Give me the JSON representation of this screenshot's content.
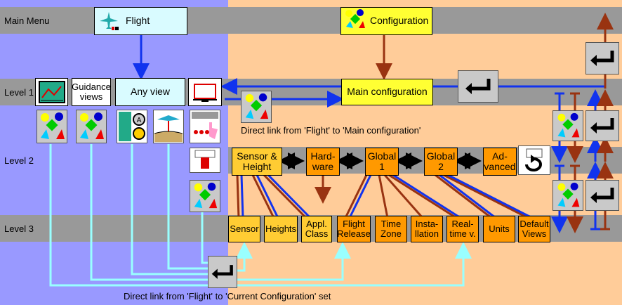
{
  "rows": {
    "main_menu": "Main Menu",
    "level1": "Level 1",
    "level2": "Level 2",
    "level3": "Level 3"
  },
  "level0": {
    "flight": "Flight",
    "configuration": "Configuration"
  },
  "level1": {
    "guidance_views": [
      "Guidance",
      "views"
    ],
    "any_view": "Any view",
    "main_configuration": "Main configuration"
  },
  "level2": {
    "sensor_height": [
      "Sensor &",
      "Height"
    ],
    "hardware": [
      "Hard-",
      "ware"
    ],
    "global1": [
      "Global",
      "1"
    ],
    "global2": [
      "Global",
      "2"
    ],
    "advanced": [
      "Ad-",
      "vanced"
    ]
  },
  "level3": {
    "sensor": "Sensor",
    "heights": "Heights",
    "appl_class": [
      "Appl.",
      "Class"
    ],
    "flight_release": [
      "Flight",
      "Release"
    ],
    "time_zone": [
      "Time",
      "Zone"
    ],
    "installation": [
      "Insta-",
      "llation"
    ],
    "real_time": [
      "Real-",
      "time v."
    ],
    "units": "Units",
    "default_views": [
      "Default",
      "Views"
    ]
  },
  "captions": {
    "direct_main_config": "Direct link from 'Flight' to 'Main configuration'",
    "direct_current_config": "Direct link from 'Flight' to 'Current Configuration' set"
  },
  "colors": {
    "left_bg": "#9999ff",
    "right_bg": "#ffcc99",
    "band": "#999999",
    "blue_link": "#1133ee",
    "brown_link": "#993311",
    "cyan_link": "#99ffff"
  }
}
